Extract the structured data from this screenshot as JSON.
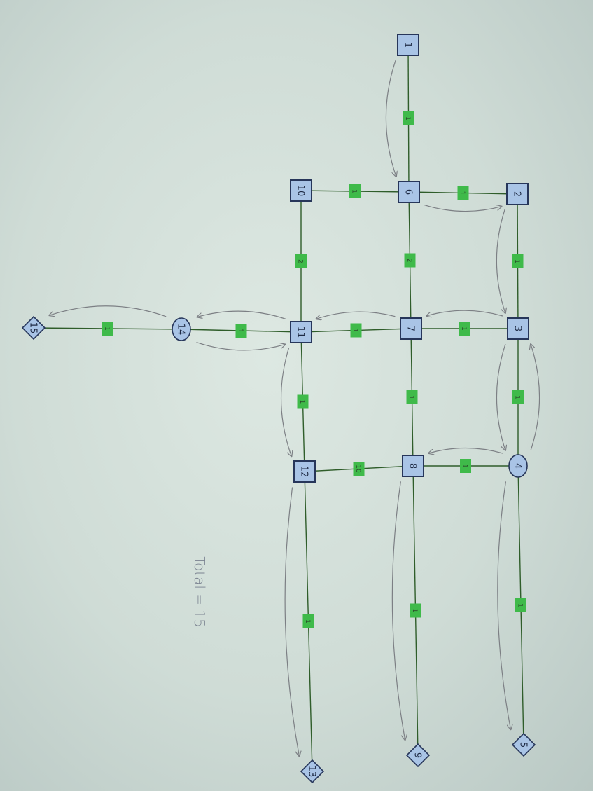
{
  "diagram": {
    "colors": {
      "node_fill": "#a9c4e6",
      "node_stroke": "#27365a",
      "edge": "#2f5d2a",
      "weight_box": "#3fba4a",
      "arrow": "#7c7f84"
    },
    "nodes": [
      {
        "id": "1",
        "label": "1",
        "shape": "square"
      },
      {
        "id": "2",
        "label": "2",
        "shape": "square"
      },
      {
        "id": "3",
        "label": "3",
        "shape": "square"
      },
      {
        "id": "4",
        "label": "4",
        "shape": "circle"
      },
      {
        "id": "5",
        "label": "5",
        "shape": "diamond"
      },
      {
        "id": "6",
        "label": "6",
        "shape": "square"
      },
      {
        "id": "7",
        "label": "7",
        "shape": "square"
      },
      {
        "id": "8",
        "label": "8",
        "shape": "square"
      },
      {
        "id": "9",
        "label": "9",
        "shape": "diamond"
      },
      {
        "id": "10",
        "label": "10",
        "shape": "square"
      },
      {
        "id": "11",
        "label": "11",
        "shape": "square"
      },
      {
        "id": "12",
        "label": "12",
        "shape": "square"
      },
      {
        "id": "13",
        "label": "13",
        "shape": "diamond"
      },
      {
        "id": "14",
        "label": "14",
        "shape": "circle"
      },
      {
        "id": "15",
        "label": "15",
        "shape": "diamond"
      }
    ],
    "edges": [
      {
        "from": "1",
        "to": "6",
        "weight": "1"
      },
      {
        "from": "6",
        "to": "2",
        "weight": "1"
      },
      {
        "from": "6",
        "to": "10",
        "weight": "1"
      },
      {
        "from": "2",
        "to": "3",
        "weight": "1"
      },
      {
        "from": "6",
        "to": "7",
        "weight": "2"
      },
      {
        "from": "10",
        "to": "11",
        "weight": "2"
      },
      {
        "from": "3",
        "to": "7",
        "weight": "1"
      },
      {
        "from": "7",
        "to": "11",
        "weight": "1"
      },
      {
        "from": "11",
        "to": "14",
        "weight": "1"
      },
      {
        "from": "14",
        "to": "15",
        "weight": "1"
      },
      {
        "from": "3",
        "to": "4",
        "weight": "1"
      },
      {
        "from": "7",
        "to": "8",
        "weight": "1"
      },
      {
        "from": "11",
        "to": "12",
        "weight": "1"
      },
      {
        "from": "4",
        "to": "8",
        "weight": "1"
      },
      {
        "from": "8",
        "to": "12",
        "weight": "10"
      },
      {
        "from": "4",
        "to": "5",
        "weight": "1"
      },
      {
        "from": "8",
        "to": "9",
        "weight": "1"
      },
      {
        "from": "12",
        "to": "13",
        "weight": "1"
      }
    ],
    "path_arrows": [
      {
        "from": "1",
        "to": "6"
      },
      {
        "from": "6",
        "to": "2"
      },
      {
        "from": "2",
        "to": "3"
      },
      {
        "from": "3",
        "to": "4"
      },
      {
        "from": "4",
        "to": "3"
      },
      {
        "from": "3",
        "to": "7"
      },
      {
        "from": "7",
        "to": "11"
      },
      {
        "from": "11",
        "to": "14"
      },
      {
        "from": "14",
        "to": "11"
      },
      {
        "from": "14",
        "to": "15"
      },
      {
        "from": "11",
        "to": "12"
      },
      {
        "from": "12",
        "to": "13"
      },
      {
        "from": "4",
        "to": "8"
      },
      {
        "from": "8",
        "to": "9"
      },
      {
        "from": "4",
        "to": "5"
      }
    ],
    "total_text": "Total = 15"
  }
}
